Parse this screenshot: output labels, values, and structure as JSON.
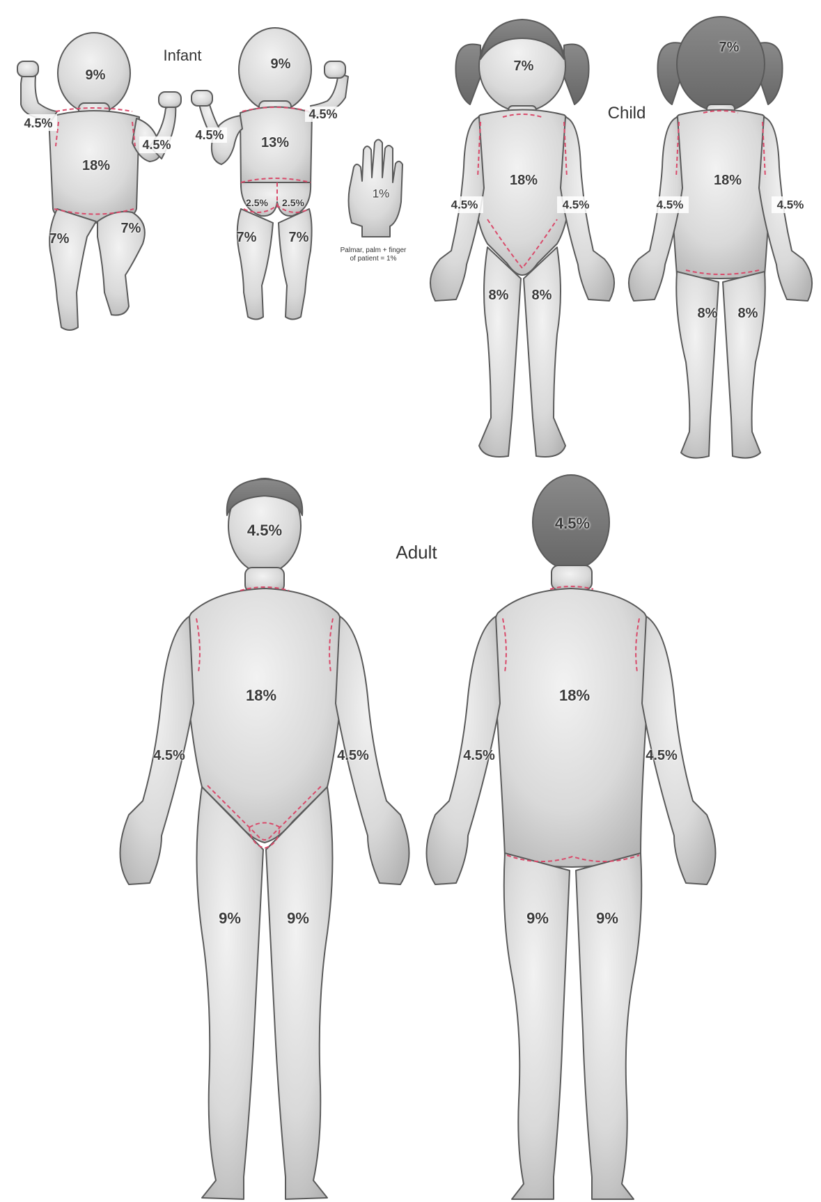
{
  "titles": {
    "infant": "Infant",
    "child": "Child",
    "adult": "Adult"
  },
  "hand": {
    "value": "1%",
    "caption_line1": "Palmar, palm + finger",
    "caption_line2": "of patient = 1%"
  },
  "infant_front": {
    "head": "9%",
    "right_arm": "4.5%",
    "left_arm": "4.5%",
    "trunk": "18%",
    "right_leg": "7%",
    "left_leg": "7%"
  },
  "infant_back": {
    "head": "9%",
    "left_arm": "4.5%",
    "right_arm": "4.5%",
    "trunk": "13%",
    "left_buttock": "2.5%",
    "right_buttock": "2.5%",
    "left_leg": "7%",
    "right_leg": "7%"
  },
  "child_front": {
    "head": "7%",
    "trunk": "18%",
    "right_arm": "4.5%",
    "left_arm": "4.5%",
    "right_leg": "8%",
    "left_leg": "8%"
  },
  "child_back": {
    "head": "7%",
    "trunk": "18%",
    "left_arm": "4.5%",
    "right_arm": "4.5%",
    "left_leg": "8%",
    "right_leg": "8%"
  },
  "adult_front": {
    "head": "4.5%",
    "trunk": "18%",
    "right_arm": "4.5%",
    "left_arm": "4.5%",
    "right_leg": "9%",
    "left_leg": "9%"
  },
  "adult_back": {
    "head": "4.5%",
    "trunk": "18%",
    "left_arm": "4.5%",
    "right_arm": "4.5%",
    "left_leg": "9%",
    "right_leg": "9%"
  },
  "colors": {
    "skin": "#d8d8d8",
    "outline": "#5a5a5a",
    "hair": "#7a7a7a",
    "boundary": "#d94a6a"
  }
}
